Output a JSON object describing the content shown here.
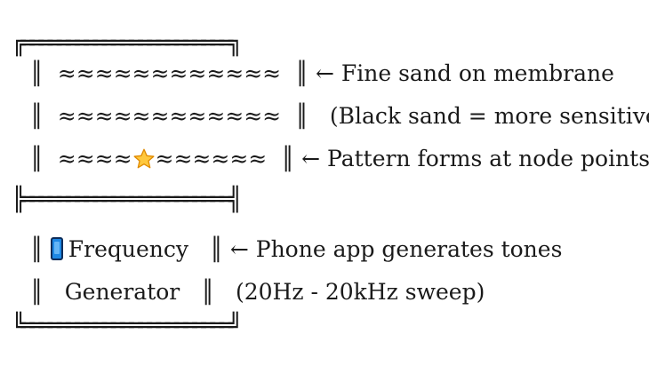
{
  "lines": [
    {
      "pre": "╔═══════════════════════╗",
      "note": ""
    },
    {
      "pre": "║  ≈≈≈≈≈≈≈≈≈≈≈≈  ║",
      "note": " ← Fine sand on membrane"
    },
    {
      "pre": "║  ≈≈≈≈≈≈≈≈≈≈≈≈  ║",
      "note": "   (Black sand = more sensitive)"
    },
    {
      "pre_a": "║  ≈≈≈≈",
      "icon": "star",
      "pre_b": "≈≈≈≈≈≈  ║",
      "note": " ← Pattern forms at node points!"
    },
    {
      "pre": "╠═══════════════════════╣",
      "note": ""
    },
    {
      "pre_a": "║ ",
      "icon": "phone",
      "pre_b": "Frequency   ║",
      "note": " ← Phone app generates tones"
    },
    {
      "pre": "║   Generator   ║",
      "note": "   (20Hz - 20kHz sweep)"
    },
    {
      "pre": "╚═══════════════════════╝",
      "note": ""
    }
  ]
}
